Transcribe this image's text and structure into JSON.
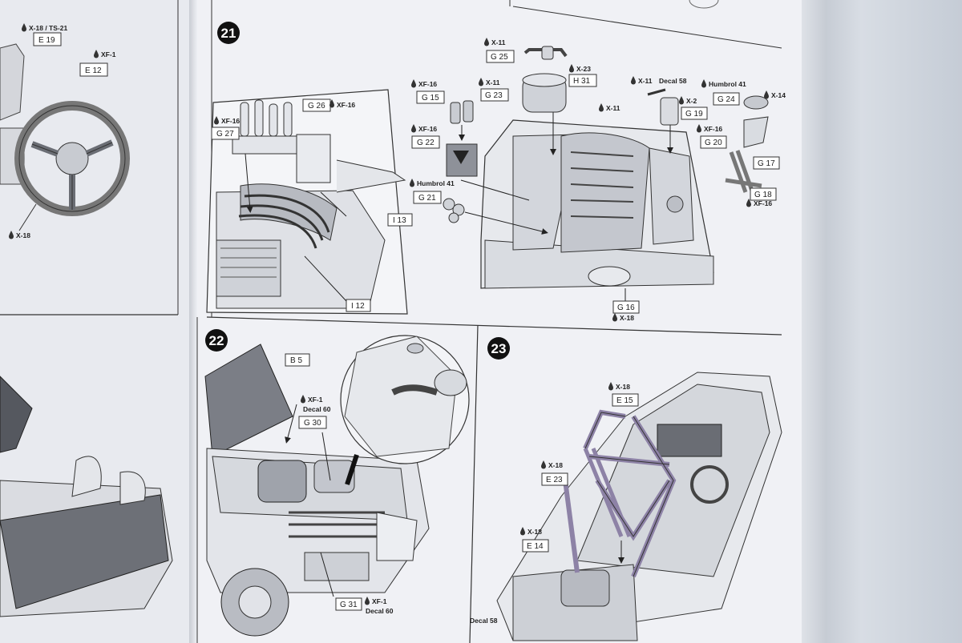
{
  "steps": {
    "s21": {
      "number": "21",
      "detail_labels": [
        "G 26",
        "XF-16",
        "XF-16",
        "G 27",
        "I 13",
        "I 12"
      ],
      "callouts": [
        {
          "part": "G 25",
          "paint": "X-11"
        },
        {
          "part": "H 31",
          "paint": "X-23"
        },
        {
          "part": "G 23",
          "paint": "X-11"
        },
        {
          "part": "G 15",
          "paint": "XF-16"
        },
        {
          "part": "G 22",
          "paint": "XF-16"
        },
        {
          "part": "G 21",
          "paint": "Humbrol 41"
        },
        {
          "part": "G 19",
          "paint": "X-11",
          "extra": "Decal 58",
          "extra2": "X-2"
        },
        {
          "part": "G 24",
          "paint": "Humbrol 41",
          "extra": "X-14"
        },
        {
          "part": "G 20",
          "paint": "XF-16"
        },
        {
          "part": "G 17",
          "paint": ""
        },
        {
          "part": "G 18",
          "paint": "XF-16"
        },
        {
          "part": "G 16",
          "paint": "X-18"
        }
      ],
      "engine_paint": "X-11"
    },
    "s22": {
      "number": "22",
      "callouts": [
        {
          "part": "B 5",
          "paint": ""
        },
        {
          "part": "G 30",
          "paint": "XF-1",
          "extra": "Decal 60"
        },
        {
          "part": "G 31",
          "paint": "XF-1",
          "extra": "Decal 60"
        }
      ]
    },
    "s23": {
      "number": "23",
      "callouts": [
        {
          "part": "E 15",
          "paint": "X-18"
        },
        {
          "part": "E 23",
          "paint": "X-18"
        },
        {
          "part": "E 14",
          "paint": "X-18"
        }
      ],
      "decal": "Decal 58"
    }
  },
  "left_page": {
    "callouts": [
      {
        "part": "E 19",
        "paint": "X-18 / TS-21"
      },
      {
        "part": "E 12",
        "paint": "XF-1"
      },
      {
        "part": "",
        "paint": "X-18"
      }
    ]
  },
  "colors": {
    "page": "#f0f1f5",
    "ink": "#222222",
    "rollcage": "#8d82a6",
    "parts": "#cfd2d8"
  }
}
